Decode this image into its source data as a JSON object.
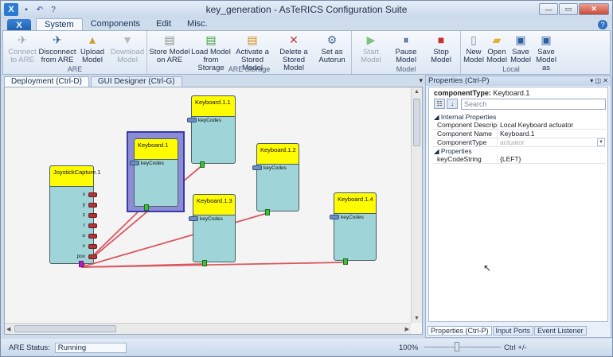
{
  "window": {
    "title": "key_generation - AsTeRICS Configuration Suite",
    "app_button": "X"
  },
  "ribbon_tabs": [
    "System",
    "Components",
    "Edit",
    "Misc."
  ],
  "ribbon": {
    "groups": {
      "are": "ARE",
      "are_storage": "ARE Storage",
      "model": "Model",
      "local": "Local"
    },
    "buttons": {
      "connect": "Connect to ARE",
      "disconnect": "Disconnect from ARE",
      "upload": "Upload Model",
      "download": "Download Model",
      "store": "Store Model on ARE",
      "load": "Load Model from Storage",
      "activate": "Activate a Stored Model",
      "delete": "Delete a Stored Model",
      "autorun": "Set as Autorun",
      "start": "Start Model",
      "pause": "Pause Model",
      "stop": "Stop Model",
      "new": "New Model",
      "open": "Open Model",
      "save": "Save Model",
      "saveas": "Save Model as"
    }
  },
  "doc_tabs": [
    "Deployment (Ctrl-D)",
    "GUI Designer (Ctrl-G)"
  ],
  "canvas": {
    "joystick": {
      "title": "JoystickCapture.1",
      "outputs": [
        "x",
        "y",
        "z",
        "r",
        "u",
        "v",
        "pov"
      ]
    },
    "keyboards": [
      {
        "title": "Keyboard.1",
        "port": "keyCodes"
      },
      {
        "title": "Keyboard.1.1",
        "port": "keyCodes"
      },
      {
        "title": "Keyboard.1.2",
        "port": "keyCodes"
      },
      {
        "title": "Keyboard.1.3",
        "port": "keyCodes"
      },
      {
        "title": "Keyboard.1.4",
        "port": "keyCodes"
      }
    ]
  },
  "properties": {
    "title": "Properties (Ctrl-P)",
    "component_type_label": "componentType:",
    "component_type_value": "Keyboard.1",
    "search_placeholder": "Search",
    "internal_header": "Internal Properties",
    "rows": [
      {
        "key": "Component Descriptic",
        "value": "Local Keyboard actuator"
      },
      {
        "key": "Component Name",
        "value": "Keyboard.1"
      },
      {
        "key": "ComponentType",
        "value": "actuator"
      }
    ],
    "props_header": "Properties",
    "prop_rows": [
      {
        "key": "keyCodeString",
        "value": "{LEFT}"
      }
    ],
    "bottom_tabs": [
      "Properties (Ctrl-P)",
      "Input Ports",
      "Event Listener"
    ]
  },
  "status": {
    "are_label": "ARE Status:",
    "are_value": "Running",
    "zoom": "100%",
    "zoom_hint": "Ctrl +/-"
  },
  "colors": {
    "component_header": "#fffb00",
    "component_body": "#9fd4d8",
    "event_link": "#d9585f",
    "selection": "#3a3aa8"
  }
}
